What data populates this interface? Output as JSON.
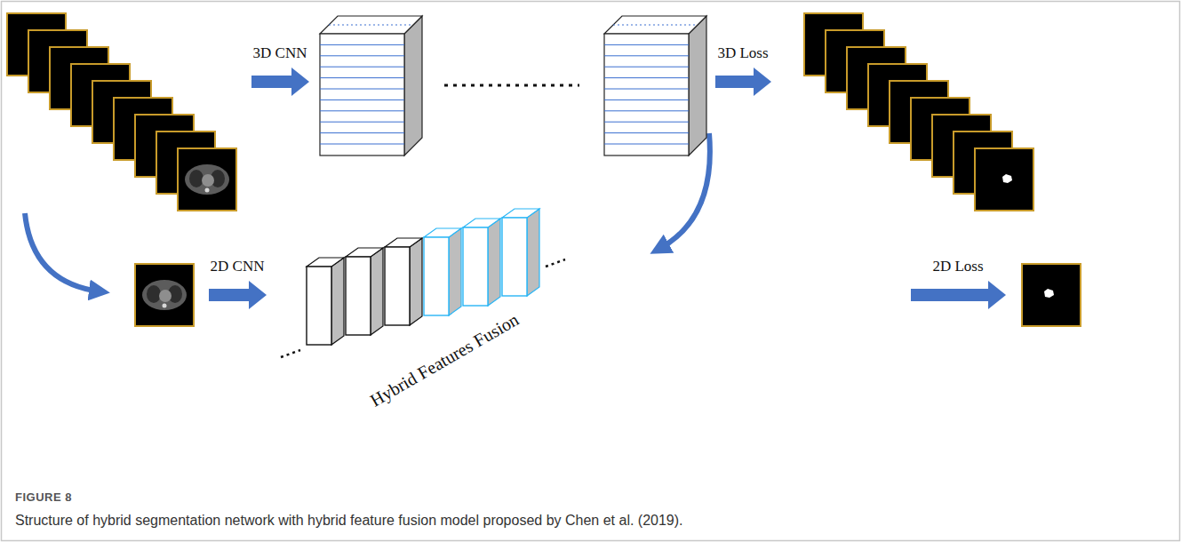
{
  "diagram": {
    "caption": "Structure of hybrid segmentation network with hybrid feature fusion model proposed by Chen et al. (2019).",
    "labels": [
      "3D CNN",
      "3D Loss",
      "2D CNN",
      "2D Loss",
      "Hybrid Features Fusion",
      "FIGURE 8"
    ]
  }
}
